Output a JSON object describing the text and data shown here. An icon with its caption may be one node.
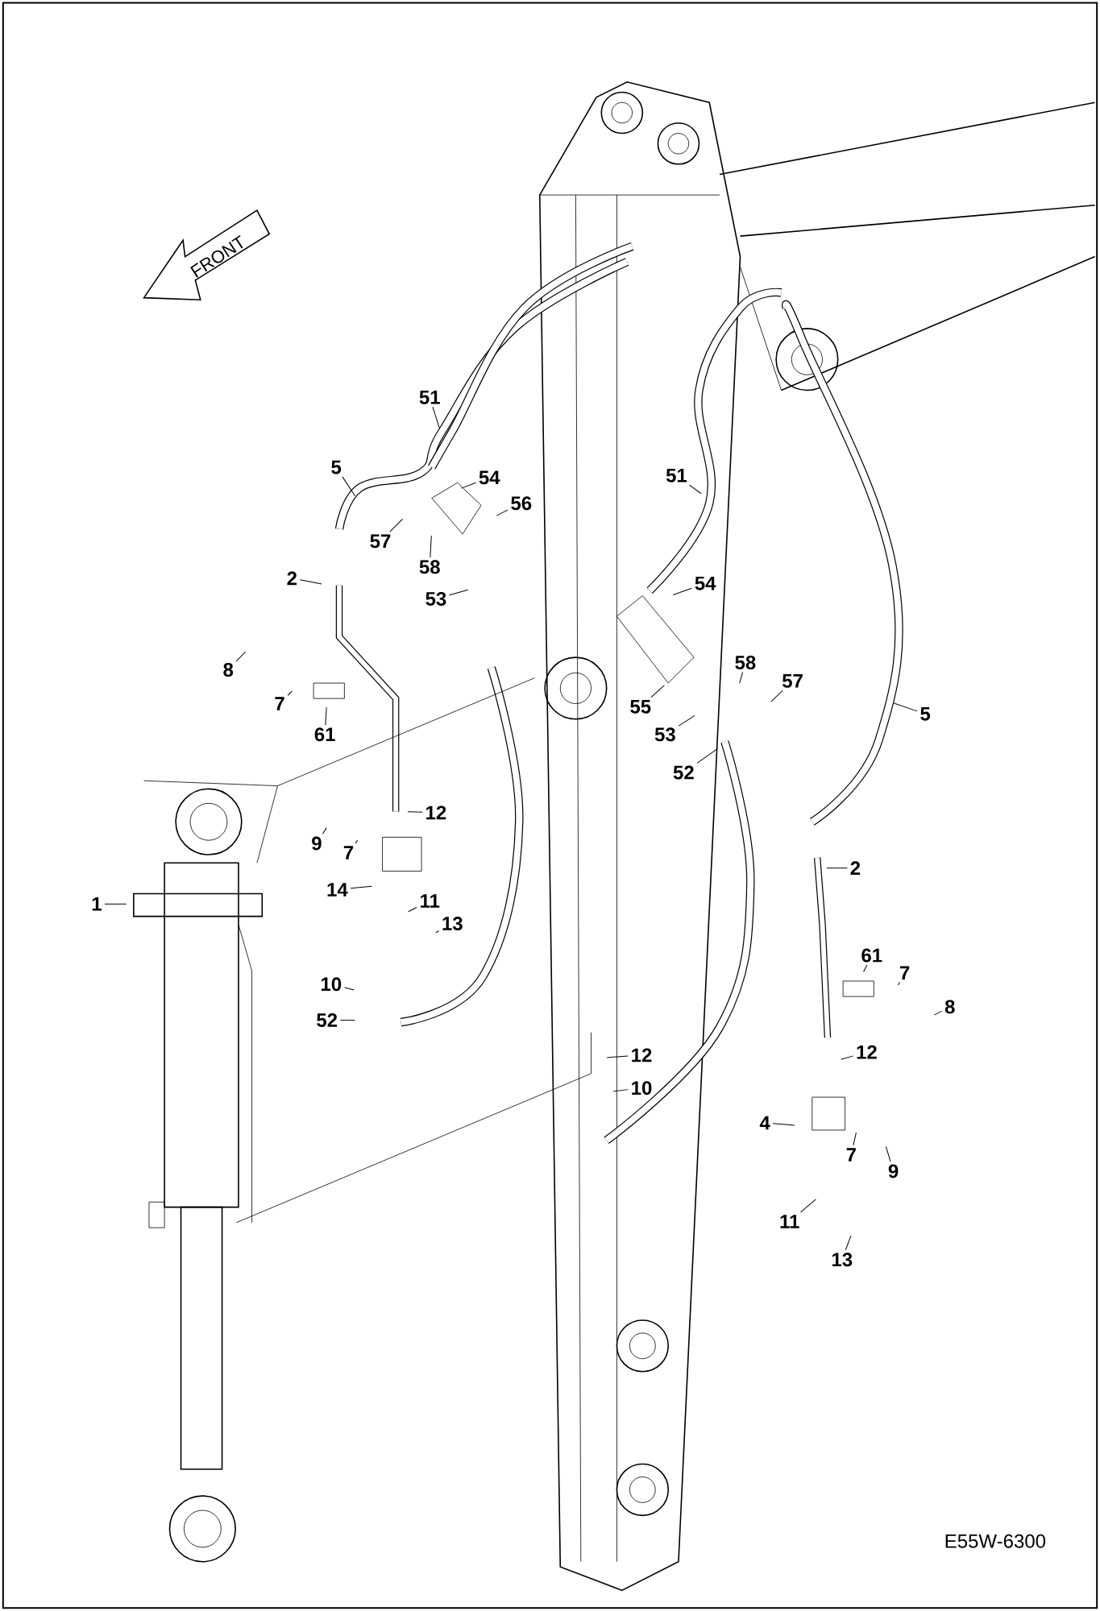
{
  "diagram": {
    "nodes": [
      {
        "text": [
          "51"
        ]
      },
      {
        "text": [
          "5"
        ]
      },
      {
        "text": [
          "54"
        ]
      },
      {
        "text": [
          "56"
        ]
      },
      {
        "text": [
          "57"
        ]
      },
      {
        "text": [
          "58"
        ]
      },
      {
        "text": [
          "2"
        ]
      },
      {
        "text": [
          "53"
        ]
      },
      {
        "text": [
          "8"
        ]
      },
      {
        "text": [
          "7"
        ]
      },
      {
        "text": [
          "61"
        ]
      },
      {
        "text": [
          "51"
        ]
      },
      {
        "text": [
          "54"
        ]
      },
      {
        "text": [
          "58"
        ]
      },
      {
        "text": [
          "57"
        ]
      },
      {
        "text": [
          "55"
        ]
      },
      {
        "text": [
          "5"
        ]
      },
      {
        "text": [
          "53"
        ]
      },
      {
        "text": [
          "52"
        ]
      },
      {
        "text": [
          "12"
        ]
      },
      {
        "text": [
          "9"
        ]
      },
      {
        "text": [
          "7"
        ]
      },
      {
        "text": [
          "2"
        ]
      },
      {
        "text": [
          "14"
        ]
      },
      {
        "text": [
          "1"
        ]
      },
      {
        "text": [
          "11"
        ]
      },
      {
        "text": [
          "13"
        ]
      },
      {
        "text": [
          "61"
        ]
      },
      {
        "text": [
          "7"
        ]
      },
      {
        "text": [
          "8"
        ]
      },
      {
        "text": [
          "10"
        ]
      },
      {
        "text": [
          "52"
        ]
      },
      {
        "text": [
          "12"
        ]
      },
      {
        "text": [
          "12"
        ]
      },
      {
        "text": [
          "10"
        ]
      },
      {
        "text": [
          "4"
        ]
      },
      {
        "text": [
          "7"
        ]
      },
      {
        "text": [
          "9"
        ]
      },
      {
        "text": [
          "11"
        ]
      },
      {
        "text": [
          "13"
        ]
      }
    ],
    "edges": [
      {
        "from": 0,
        "to": null,
        "arrow": "none"
      },
      {
        "from": 1,
        "to": null,
        "arrow": "none"
      },
      {
        "from": 2,
        "to": null,
        "arrow": "none"
      },
      {
        "from": 3,
        "to": null,
        "arrow": "none"
      },
      {
        "from": 4,
        "to": null,
        "arrow": "none"
      },
      {
        "from": 5,
        "to": null,
        "arrow": "none"
      },
      {
        "from": 6,
        "to": null,
        "arrow": "none"
      },
      {
        "from": 7,
        "to": null,
        "arrow": "none"
      },
      {
        "from": 8,
        "to": null,
        "arrow": "none"
      },
      {
        "from": 9,
        "to": null,
        "arrow": "none"
      },
      {
        "from": 10,
        "to": null,
        "arrow": "none"
      },
      {
        "from": 11,
        "to": null,
        "arrow": "none"
      },
      {
        "from": 12,
        "to": null,
        "arrow": "none"
      },
      {
        "from": 13,
        "to": null,
        "arrow": "none"
      },
      {
        "from": 14,
        "to": null,
        "arrow": "none"
      },
      {
        "from": 15,
        "to": null,
        "arrow": "none"
      },
      {
        "from": 16,
        "to": null,
        "arrow": "none"
      },
      {
        "from": 17,
        "to": null,
        "arrow": "none"
      },
      {
        "from": 18,
        "to": null,
        "arrow": "none"
      },
      {
        "from": 19,
        "to": null,
        "arrow": "none"
      },
      {
        "from": 20,
        "to": null,
        "arrow": "none"
      },
      {
        "from": 21,
        "to": null,
        "arrow": "none"
      },
      {
        "from": 22,
        "to": null,
        "arrow": "none"
      },
      {
        "from": 23,
        "to": null,
        "arrow": "none"
      },
      {
        "from": 24,
        "to": null,
        "arrow": "none"
      },
      {
        "from": 25,
        "to": null,
        "arrow": "none"
      },
      {
        "from": 26,
        "to": null,
        "arrow": "none"
      },
      {
        "from": 27,
        "to": null,
        "arrow": "none"
      },
      {
        "from": 28,
        "to": null,
        "arrow": "none"
      },
      {
        "from": 29,
        "to": null,
        "arrow": "none"
      },
      {
        "from": 30,
        "to": null,
        "arrow": "none"
      },
      {
        "from": 31,
        "to": null,
        "arrow": "none"
      },
      {
        "from": 32,
        "to": null,
        "arrow": "none"
      },
      {
        "from": 33,
        "to": null,
        "arrow": "none"
      },
      {
        "from": 34,
        "to": null,
        "arrow": "none"
      },
      {
        "from": 35,
        "to": null,
        "arrow": "none"
      },
      {
        "from": 36,
        "to": null,
        "arrow": "none"
      },
      {
        "from": 37,
        "to": null,
        "arrow": "none"
      },
      {
        "from": 38,
        "to": null,
        "arrow": "none"
      },
      {
        "from": 39,
        "to": null,
        "arrow": "none"
      }
    ],
    "labels": [
      "FRONT",
      "E55W-6300"
    ]
  }
}
